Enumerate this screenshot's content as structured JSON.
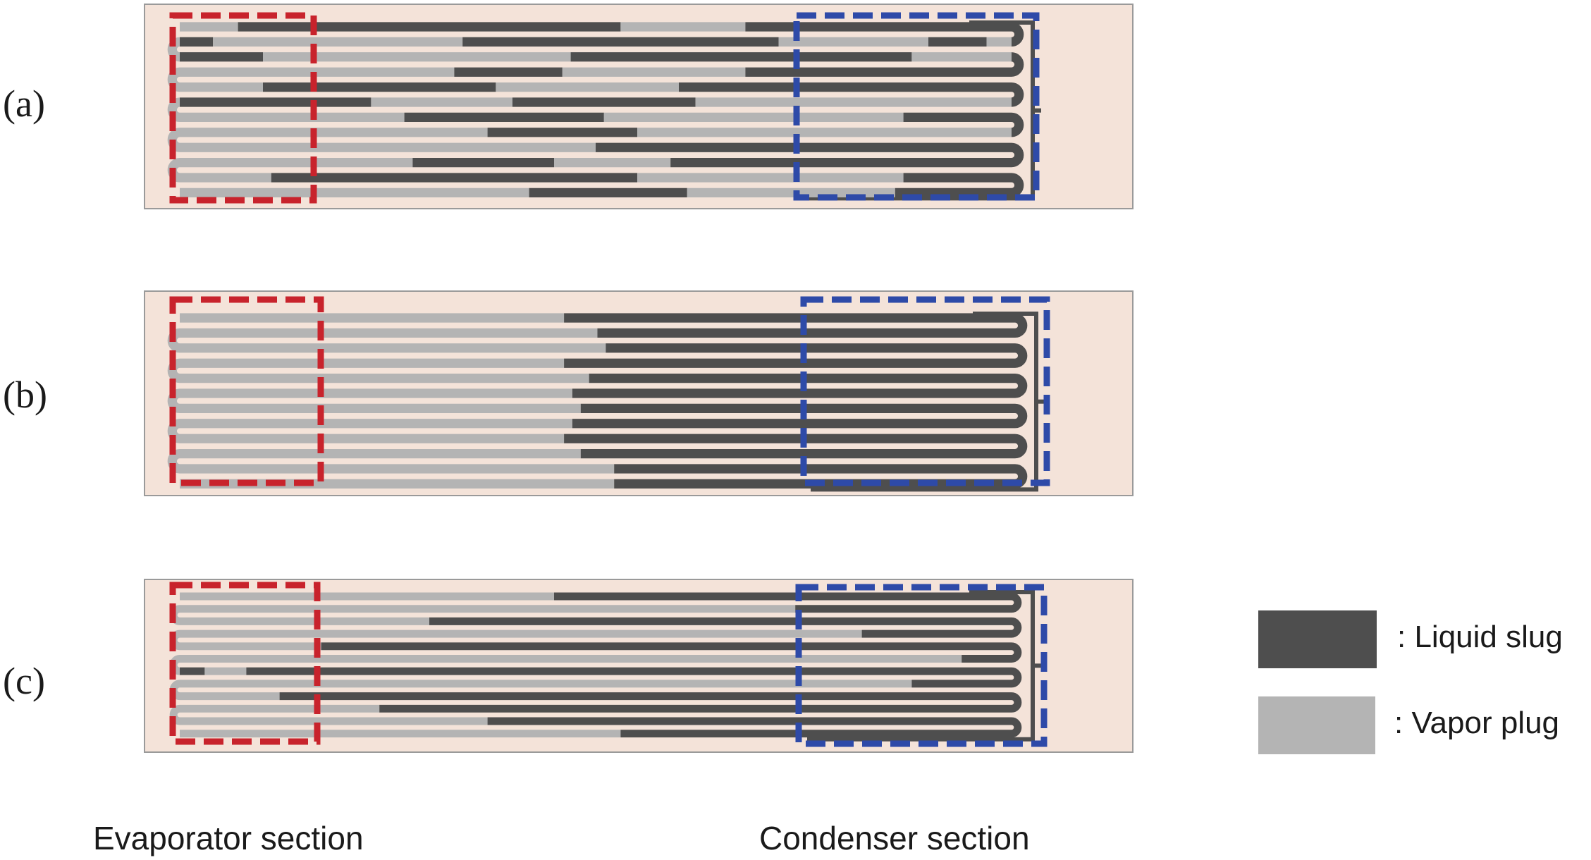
{
  "panels": [
    {
      "label": "(a)",
      "segments": [
        [
          [
            0.0,
            0.07,
            "v"
          ],
          [
            0.07,
            0.53,
            "l"
          ],
          [
            0.53,
            0.68,
            "v"
          ],
          [
            0.68,
            1.0,
            "l"
          ]
        ],
        [
          [
            0.0,
            0.04,
            "l"
          ],
          [
            0.04,
            0.34,
            "v"
          ],
          [
            0.34,
            0.72,
            "l"
          ],
          [
            0.72,
            0.9,
            "v"
          ],
          [
            0.9,
            0.97,
            "l"
          ],
          [
            0.97,
            1.0,
            "v"
          ]
        ],
        [
          [
            0.0,
            0.1,
            "l"
          ],
          [
            0.1,
            0.47,
            "v"
          ],
          [
            0.47,
            0.88,
            "l"
          ],
          [
            0.88,
            1.0,
            "v"
          ]
        ],
        [
          [
            0.0,
            0.33,
            "v"
          ],
          [
            0.33,
            0.46,
            "l"
          ],
          [
            0.46,
            0.68,
            "v"
          ],
          [
            0.68,
            1.0,
            "l"
          ]
        ],
        [
          [
            0.0,
            0.1,
            "v"
          ],
          [
            0.1,
            0.38,
            "l"
          ],
          [
            0.38,
            0.6,
            "v"
          ],
          [
            0.6,
            1.0,
            "l"
          ]
        ],
        [
          [
            0.0,
            0.23,
            "l"
          ],
          [
            0.23,
            0.4,
            "v"
          ],
          [
            0.4,
            0.62,
            "l"
          ],
          [
            0.62,
            1.0,
            "v"
          ]
        ],
        [
          [
            0.0,
            0.27,
            "v"
          ],
          [
            0.27,
            0.51,
            "l"
          ],
          [
            0.51,
            0.87,
            "v"
          ],
          [
            0.87,
            1.0,
            "l"
          ]
        ],
        [
          [
            0.0,
            0.37,
            "v"
          ],
          [
            0.37,
            0.55,
            "l"
          ],
          [
            0.55,
            1.0,
            "v"
          ]
        ],
        [
          [
            0.0,
            0.5,
            "v"
          ],
          [
            0.5,
            1.0,
            "l"
          ]
        ],
        [
          [
            0.0,
            0.28,
            "v"
          ],
          [
            0.28,
            0.45,
            "l"
          ],
          [
            0.45,
            0.59,
            "v"
          ],
          [
            0.59,
            1.0,
            "l"
          ]
        ],
        [
          [
            0.0,
            0.11,
            "v"
          ],
          [
            0.11,
            0.55,
            "l"
          ],
          [
            0.55,
            0.87,
            "v"
          ],
          [
            0.87,
            1.0,
            "l"
          ]
        ],
        [
          [
            0.0,
            0.42,
            "v"
          ],
          [
            0.42,
            0.61,
            "l"
          ],
          [
            0.61,
            0.86,
            "v"
          ],
          [
            0.86,
            1.0,
            "l"
          ]
        ]
      ]
    },
    {
      "label": "(b)",
      "segments": [
        [
          [
            0.0,
            0.46,
            "v"
          ],
          [
            0.46,
            1.0,
            "l"
          ]
        ],
        [
          [
            0.0,
            0.5,
            "v"
          ],
          [
            0.5,
            1.0,
            "l"
          ]
        ],
        [
          [
            0.0,
            0.51,
            "v"
          ],
          [
            0.51,
            1.0,
            "l"
          ]
        ],
        [
          [
            0.0,
            0.46,
            "v"
          ],
          [
            0.46,
            1.0,
            "l"
          ]
        ],
        [
          [
            0.0,
            0.49,
            "v"
          ],
          [
            0.49,
            1.0,
            "l"
          ]
        ],
        [
          [
            0.0,
            0.47,
            "v"
          ],
          [
            0.47,
            1.0,
            "l"
          ]
        ],
        [
          [
            0.0,
            0.48,
            "v"
          ],
          [
            0.48,
            1.0,
            "l"
          ]
        ],
        [
          [
            0.0,
            0.47,
            "v"
          ],
          [
            0.47,
            1.0,
            "l"
          ]
        ],
        [
          [
            0.0,
            0.46,
            "v"
          ],
          [
            0.46,
            1.0,
            "l"
          ]
        ],
        [
          [
            0.0,
            0.48,
            "v"
          ],
          [
            0.48,
            1.0,
            "l"
          ]
        ],
        [
          [
            0.0,
            0.52,
            "v"
          ],
          [
            0.52,
            1.0,
            "l"
          ]
        ],
        [
          [
            0.0,
            0.52,
            "v"
          ],
          [
            0.52,
            1.0,
            "l"
          ]
        ]
      ]
    },
    {
      "label": "(c)",
      "segments": [
        [
          [
            0.0,
            0.45,
            "v"
          ],
          [
            0.45,
            1.0,
            "l"
          ]
        ],
        [
          [
            0.0,
            0.74,
            "v"
          ],
          [
            0.74,
            1.0,
            "l"
          ]
        ],
        [
          [
            0.0,
            0.3,
            "v"
          ],
          [
            0.3,
            1.0,
            "l"
          ]
        ],
        [
          [
            0.0,
            0.82,
            "v"
          ],
          [
            0.82,
            1.0,
            "l"
          ]
        ],
        [
          [
            0.0,
            0.17,
            "v"
          ],
          [
            0.17,
            1.0,
            "l"
          ]
        ],
        [
          [
            0.0,
            0.94,
            "v"
          ],
          [
            0.94,
            1.0,
            "l"
          ]
        ],
        [
          [
            0.0,
            0.03,
            "l"
          ],
          [
            0.03,
            0.08,
            "v"
          ],
          [
            0.08,
            1.0,
            "l"
          ]
        ],
        [
          [
            0.0,
            0.88,
            "v"
          ],
          [
            0.88,
            1.0,
            "l"
          ]
        ],
        [
          [
            0.0,
            0.12,
            "v"
          ],
          [
            0.12,
            1.0,
            "l"
          ]
        ],
        [
          [
            0.0,
            0.24,
            "v"
          ],
          [
            0.24,
            1.0,
            "l"
          ]
        ],
        [
          [
            0.0,
            0.37,
            "v"
          ],
          [
            0.37,
            1.0,
            "l"
          ]
        ],
        [
          [
            0.0,
            0.53,
            "v"
          ],
          [
            0.53,
            1.0,
            "l"
          ]
        ]
      ]
    }
  ],
  "legend": {
    "liquid": ": Liquid slug",
    "vapor": ": Vapor plug"
  },
  "sections": {
    "evaporator": "Evaporator section",
    "condenser": "Condenser section"
  },
  "colors": {
    "panel_bg": "#f4e3d9",
    "liquid": "#4e4e4e",
    "vapor": "#b4b4b4",
    "evaporator_box": "#c8232c",
    "condenser_box": "#2e4aa8"
  }
}
